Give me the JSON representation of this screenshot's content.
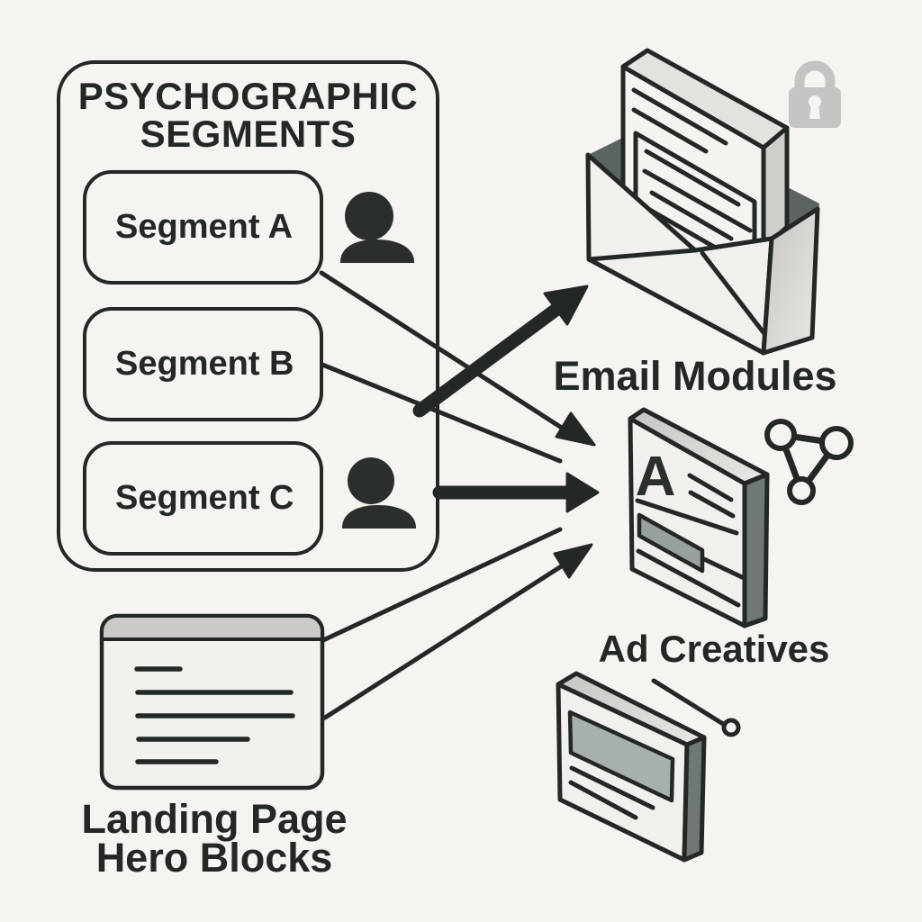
{
  "colors": {
    "background": "#f6f4f1",
    "ink": "#242825",
    "light_face": "#f1f0ed",
    "top_face": "#d9d8d5",
    "dark_side_face": "#6f7876",
    "envelope_interior": "#5c6462",
    "gray_bar": "#98a19e",
    "lock_gray": "#c4c4c2",
    "card_top_bar": "#cbcac7"
  },
  "panel": {
    "title_line1": "PSYCHOGRAPHIC",
    "title_line2": "SEGMENTS",
    "segments": [
      {
        "label": "Segment A",
        "has_person_icon": true
      },
      {
        "label": "Segment B",
        "has_person_icon": false
      },
      {
        "label": "Segment C",
        "has_person_icon": true
      }
    ]
  },
  "outputs": {
    "email": {
      "label": "Email Modules"
    },
    "ad": {
      "label": "Ad Creatives",
      "card_letter": "A"
    }
  },
  "landing": {
    "label_line1": "Landing Page",
    "label_line2": "Hero Blocks"
  },
  "icons": {
    "person": "person-silhouette-bust",
    "email": "isometric-open-envelope-with-letter",
    "lock": "padlock",
    "ad_card": "isometric-ad-card-with-letter-A",
    "network": "three-node-triangle-graph",
    "banner_card": "isometric-banner-card-with-pointer",
    "landing_card": "browser-window-card-with-text-lines"
  }
}
